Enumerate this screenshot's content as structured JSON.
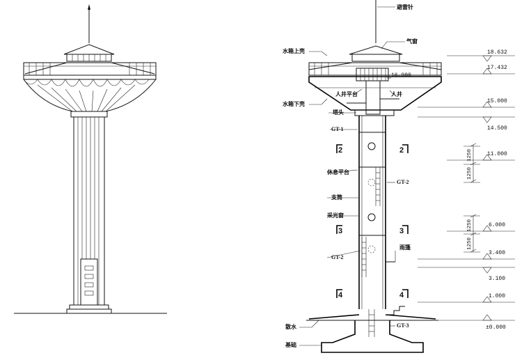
{
  "labels": {
    "lightning_rod": "避雷针",
    "vent_window": "气窗",
    "tank_upper_ring": "水箱上壳",
    "manhole_platform": "人井平台",
    "manhole": "人井",
    "tank_lower_ring": "水箱下壳",
    "tower_head": "塔头",
    "gt1": "GT-1",
    "rest_platform": "休息平台",
    "gt2_right": "GT-2",
    "support_tube": "支筒",
    "skylight": "采光窗",
    "gt2_left": "GT-2",
    "canopy": "雨篷",
    "drainage": "散水",
    "gt3": "GT-3",
    "foundation": "基础"
  },
  "elevations": {
    "e18632": "18.632",
    "e17432": "17.432",
    "e16900": "16.900",
    "e15000": "15.000",
    "e14500": "14.500",
    "e11000": "11.000",
    "e6000": "6.000",
    "e3400": "3.400",
    "e3100": "3.100",
    "e1000": "1.000",
    "e0000": "±0.000"
  },
  "dimensions": {
    "d1": "1250",
    "d2": "1250",
    "d3": "1250",
    "d4": "1250"
  },
  "section_marks": {
    "s2": "2",
    "s3": "3",
    "s4": "4"
  }
}
